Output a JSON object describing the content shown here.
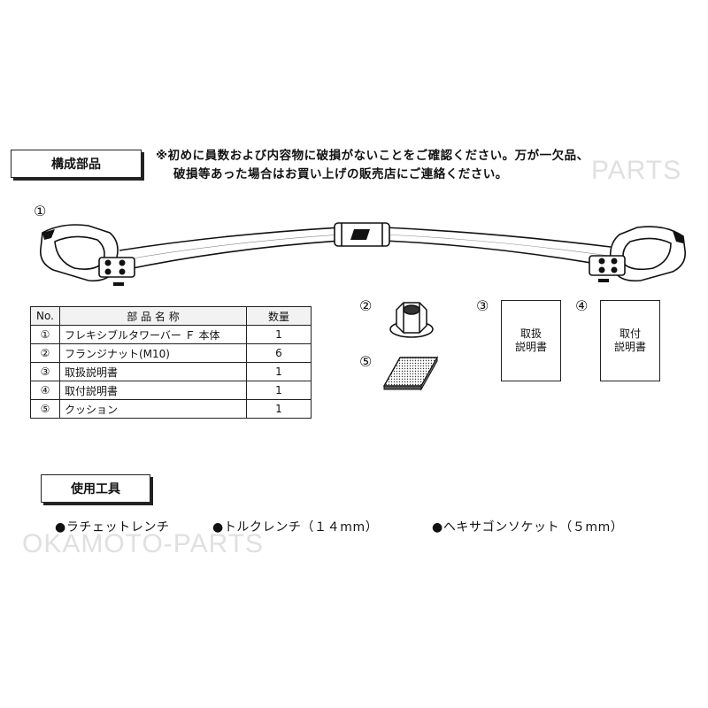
{
  "section_parts": {
    "label": "構成部品"
  },
  "notice": {
    "line1": "※初めに員数および内容物に破損がないことをご確認ください。万が一欠品、",
    "line2": "破損等あった場合はお買い上げの販売店にご連絡ください。"
  },
  "figure": {
    "label_1": "①",
    "label_2": "②",
    "label_3": "③",
    "label_4": "④",
    "label_5": "⑤"
  },
  "table": {
    "headers": {
      "no": "No.",
      "name": "部 品 名 称",
      "qty": "数量"
    },
    "rows": [
      {
        "no": "①",
        "name": "フレキシブルタワーバー Ｆ 本体",
        "qty": "1"
      },
      {
        "no": "②",
        "name": "フランジナット(M10)",
        "qty": "6"
      },
      {
        "no": "③",
        "name": "取扱説明書",
        "qty": "1"
      },
      {
        "no": "④",
        "name": "取付説明書",
        "qty": "1"
      },
      {
        "no": "⑤",
        "name": "クッション",
        "qty": "1"
      }
    ]
  },
  "manuals": {
    "handling": {
      "line1": "取扱",
      "line2": "説明書"
    },
    "install": {
      "line1": "取付",
      "line2": "説明書"
    }
  },
  "section_tools": {
    "label": "使用工具"
  },
  "tools": {
    "item1": "●ラチェットレンチ",
    "item2": "●トルクレンチ（１４mm）",
    "item3": "●ヘキサゴンソケット（５mm）"
  },
  "watermark": {
    "text1": "PARTS",
    "text2": "OKAMOTO-PARTS"
  }
}
